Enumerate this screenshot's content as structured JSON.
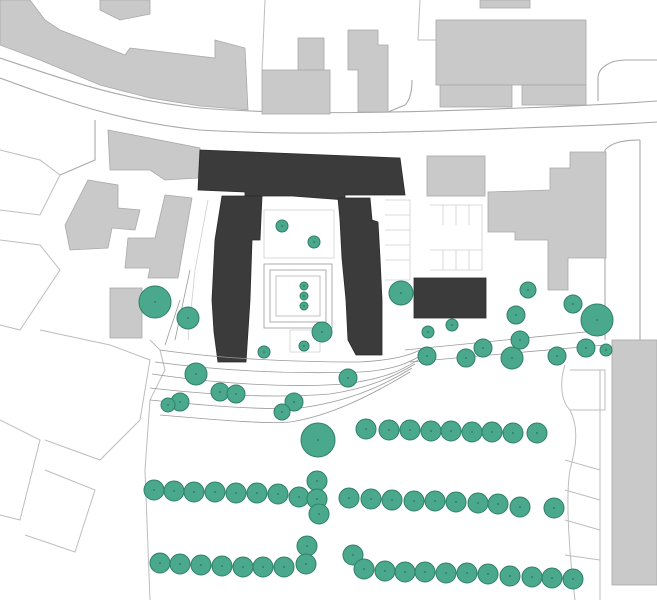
{
  "map": {
    "kind": "site-plan",
    "colors": {
      "background": "#ffffff",
      "context_building": "#c9c9c9",
      "proposed_building": "#3b3b3b",
      "tree_canopy": "#4aa98c",
      "tree_outline": "#2f7f66",
      "line": "#a9a9a9"
    },
    "legend": {
      "context_building": "existing-building",
      "proposed_building": "proposed-building",
      "tree": "tree-icon"
    }
  }
}
